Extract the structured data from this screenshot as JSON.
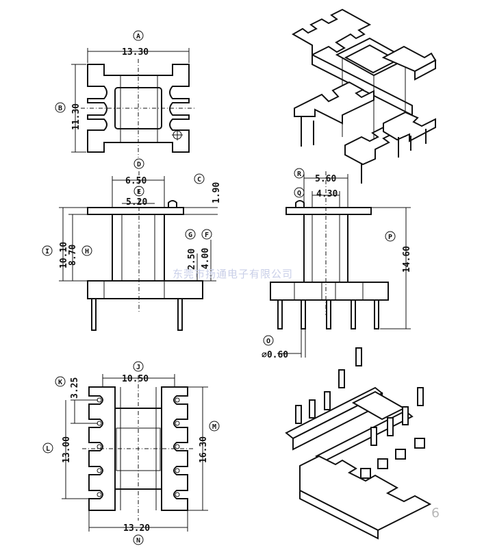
{
  "watermark": "东莞市扬通电子有限公司",
  "page_number": "6",
  "dimension_labels": {
    "A": "A",
    "B": "B",
    "C": "C",
    "D": "D",
    "E": "E",
    "F": "F",
    "G": "G",
    "H": "H",
    "I": "I",
    "J": "J",
    "K": "K",
    "L": "L",
    "M": "M",
    "N": "N",
    "O": "O",
    "P": "P",
    "Q": "Q",
    "R": "R"
  },
  "dimensions": {
    "A": "13.30",
    "B": "11.30",
    "C": "1.90",
    "D": "6.50",
    "E": "5.20",
    "F": "4.00",
    "G": "2.50",
    "H": "8.70",
    "I": "10.10",
    "J": "10.50",
    "K": "3.25",
    "L": "13.00",
    "M": "16.30",
    "N": "13.20",
    "O": "⌀0.60",
    "P": "14.60",
    "Q": "4.30",
    "R": "5.60"
  }
}
